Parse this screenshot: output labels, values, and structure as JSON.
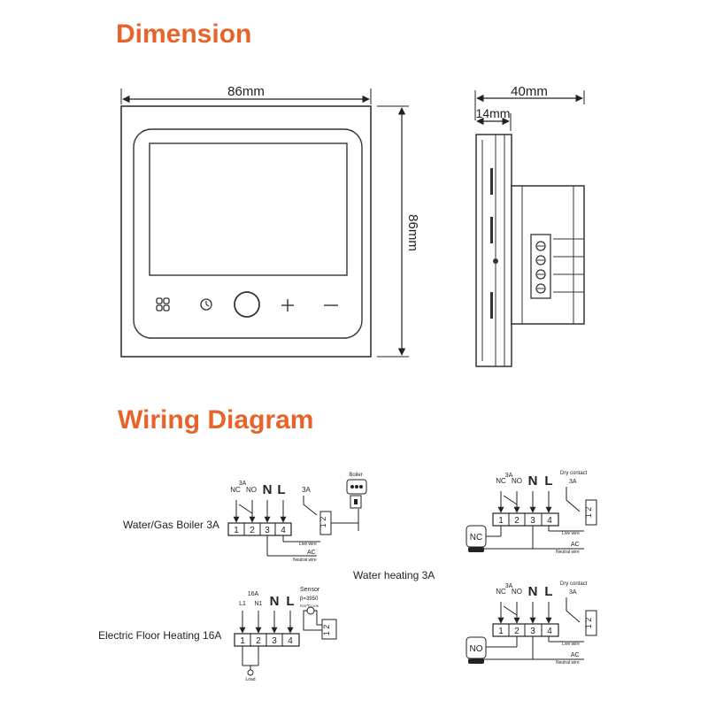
{
  "titles": {
    "dimension": "Dimension",
    "wiring": "Wiring Diagram"
  },
  "dimensions": {
    "width": "86mm",
    "height": "86mm",
    "depth": "40mm",
    "front_depth": "14mm"
  },
  "front_buttons": [
    "menu-grid-icon",
    "clock-icon",
    "power-button",
    "plus-icon",
    "minus-icon"
  ],
  "diagrams": {
    "boiler": {
      "caption": "Water/Gas Boiler 3A",
      "terminals": [
        "1",
        "2",
        "3",
        "4"
      ],
      "top_labels": [
        "NC",
        "3A",
        "NO",
        "N",
        "L"
      ],
      "relay": "3A",
      "device": "Boiler",
      "live": "Live wire",
      "ac": "AC",
      "neutral": "Neutral wire"
    },
    "water": {
      "caption": "Water heating 3A",
      "nc": {
        "terminals": [
          "1",
          "2",
          "3",
          "4"
        ],
        "top_labels": [
          "NC",
          "3A",
          "NO",
          "N",
          "L"
        ],
        "contact": "Dry contact",
        "contact_rating": "3A",
        "valve": "NC",
        "live": "Live wire",
        "ac": "AC",
        "neutral": "Neutral wire"
      },
      "no": {
        "terminals": [
          "1",
          "2",
          "3",
          "4"
        ],
        "top_labels": [
          "NC",
          "3A",
          "NO",
          "N",
          "L"
        ],
        "contact": "Dry contact",
        "contact_rating": "3A",
        "valve": "NO",
        "live": "Live wire",
        "ac": "AC",
        "neutral": "Neutral wire"
      }
    },
    "floor": {
      "caption": "Electric  Floor Heating 16A",
      "terminals": [
        "1",
        "2",
        "3",
        "4"
      ],
      "rating": "16A",
      "top_labels": [
        "L1",
        "N1",
        "N",
        "L"
      ],
      "sensor": "Sensor",
      "beta": "β=3950",
      "ntc": "R25℃=10K",
      "load": "Load"
    }
  }
}
